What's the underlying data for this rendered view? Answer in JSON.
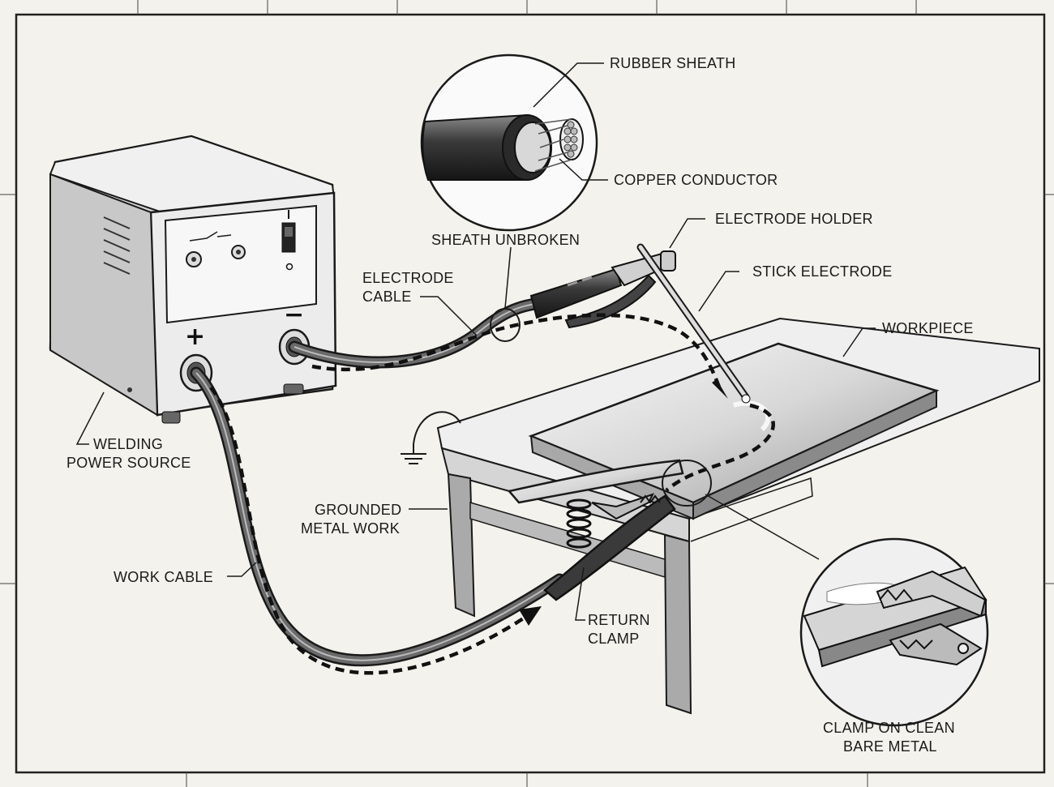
{
  "labels": {
    "rubber_sheath": "RUBBER SHEATH",
    "copper_conductor": "COPPER CONDUCTOR",
    "electrode_holder": "ELECTRODE HOLDER",
    "sheath_unbroken": "SHEATH UNBROKEN",
    "stick_electrode": "STICK ELECTRODE",
    "electrode_cable_1": "ELECTRODE",
    "electrode_cable_2": "CABLE",
    "workpiece": "WORKPIECE",
    "welding_power_source_1": "WELDING",
    "welding_power_source_2": "POWER SOURCE",
    "grounded_metal_work_1": "GROUNDED",
    "grounded_metal_work_2": "METAL WORK",
    "work_cable": "WORK CABLE",
    "return_clamp_1": "RETURN",
    "return_clamp_2": "CLAMP",
    "clamp_clean_1": "CLAMP ON CLEAN",
    "clamp_clean_2": "BARE METAL"
  },
  "terminals": {
    "positive": "+",
    "negative": "−"
  },
  "colors": {
    "paper": "#f4f2ec",
    "ink": "#1a1a1a"
  }
}
